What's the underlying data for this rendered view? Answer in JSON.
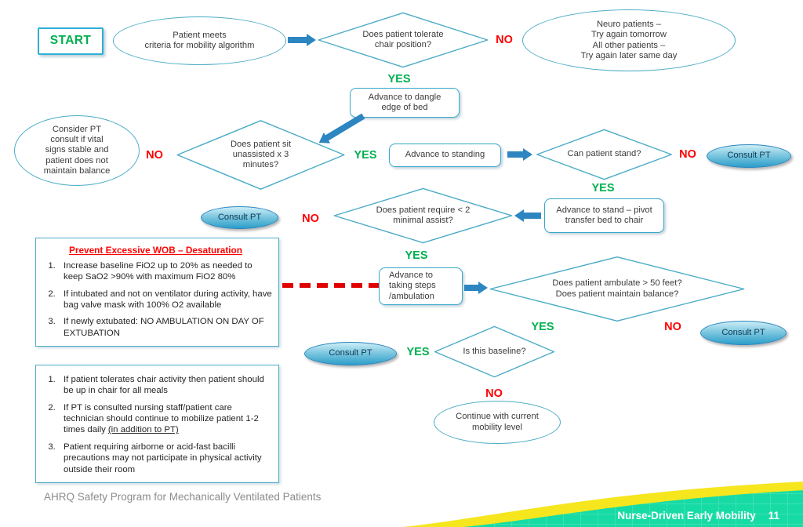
{
  "labels": {
    "yes": "YES",
    "no": "NO"
  },
  "flow": {
    "start": "START",
    "criteria": "Patient meets\ncriteria for mobility algorithm",
    "tolerate_chair": "Does patient tolerate\nchair position?",
    "retry": "Neuro patients –\nTry again tomorrow\nAll other patients –\nTry again later same day",
    "dangle": "Advance to dangle\nedge of bed",
    "consider_pt": "Consider PT\nconsult if vital\nsigns stable and\npatient does not\nmaintain balance",
    "sit_unassisted": "Does patient sit\nunassisted x 3\nminutes?",
    "standing": "Advance to standing",
    "can_stand": "Can patient stand?",
    "consult_pt": "Consult PT",
    "pivot": "Advance to stand – pivot\ntransfer bed to chair",
    "minimal_assist": "Does patient require < 2\nminimal assist?",
    "steps": "Advance to\ntaking steps\n/ambulation",
    "ambulate": "Does patient ambulate > 50 feet?\nDoes patient maintain balance?",
    "baseline": "Is this baseline?",
    "continue_current": "Continue with current\nmobility level"
  },
  "wob_note": {
    "title": "Prevent Excessive WOB – Desaturation",
    "items": [
      "Increase baseline FiO2 up to 20% as needed to keep SaO2 >90% with maximum FiO2 80%",
      "If intubated and not on ventilator during activity, have bag valve mask with 100% O2 available",
      "If newly extubated: NO AMBULATION ON DAY OF EXTUBATION"
    ]
  },
  "rules_note": {
    "items": [
      {
        "text": "If patient tolerates chair activity then patient should be up in chair for all meals"
      },
      {
        "text": "If PT is consulted nursing staff/patient care technician should continue to mobilize patient 1-2 times daily",
        "underlined": "(in addition to PT)"
      },
      {
        "text": "Patient requiring airborne or acid-fast bacilli precautions may not participate in physical activity outside their room"
      }
    ]
  },
  "footer": {
    "program": "AHRQ Safety Program for Mechanically Ventilated Patients"
  },
  "banner": {
    "title": "Nurse-Driven Early Mobility",
    "page": "11"
  },
  "colors": {
    "shape_border": "#4BACC6",
    "arrow_blue": "#2E86C1",
    "yes_green": "#00B050",
    "no_red": "#FF0000",
    "dashed_red": "#E00000",
    "consult_fill_top": "#CDEEF7",
    "consult_fill_bottom": "#2D9EC9",
    "banner_teal": "#17DBA4",
    "banner_yellow": "#F5E61E",
    "footer_gray": "#8C8C8C"
  }
}
